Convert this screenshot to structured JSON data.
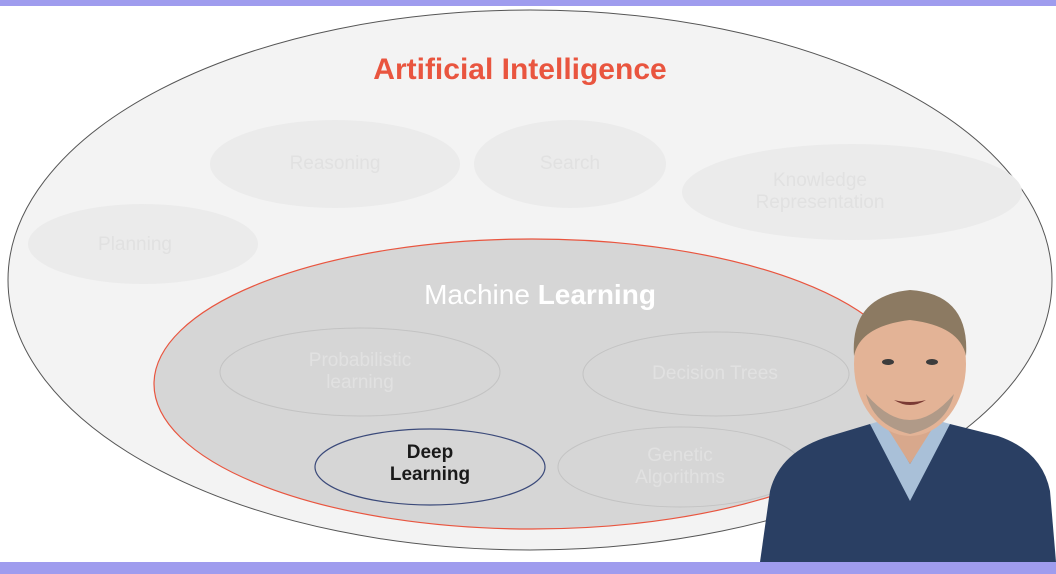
{
  "ai": {
    "title": "Artificial Intelligence"
  },
  "ai_subfields": {
    "reasoning": "Reasoning",
    "search": "Search",
    "knowledge_line1": "Knowledge",
    "knowledge_line2": "Representation",
    "planning": "Planning"
  },
  "ml": {
    "title_part1": "Machine ",
    "title_part2": "Learning"
  },
  "ml_subfields": {
    "probabilistic_line1": "Probabilistic",
    "probabilistic_line2": "learning",
    "decision_trees": "Decision Trees",
    "deep_line1": "Deep",
    "deep_line2": "Learning",
    "genetic_line1": "Genetic",
    "genetic_line2": "Algorithms"
  },
  "colors": {
    "accent_bar": "#9f9cee",
    "ai_title": "#e9553f",
    "ml_border": "#e9553f",
    "deep_learning_border": "#3b4a7a"
  }
}
